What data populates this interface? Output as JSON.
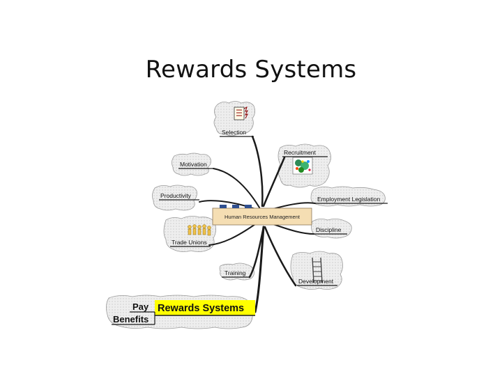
{
  "slide": {
    "title": "Rewards Systems"
  },
  "diagram": {
    "center": "Human Resources Management",
    "branches": {
      "selection": "Selection",
      "recruitment": "Recruitment",
      "motivation": "Motivation",
      "productivity": "Productivity",
      "employment_legislation": "Employment Legislation",
      "discipline": "Discipline",
      "trade_unions": "Trade Unions",
      "training": "Training",
      "development": "Development",
      "rewards_systems": "Rewards Systems"
    },
    "sub_branches": {
      "pay": "Pay",
      "benefits": "Benefits"
    },
    "colors": {
      "center_box": "#f5deb3",
      "highlight": "#ffff00",
      "connector": "#1a1a1a",
      "cloud": "#d9d9d9"
    }
  }
}
